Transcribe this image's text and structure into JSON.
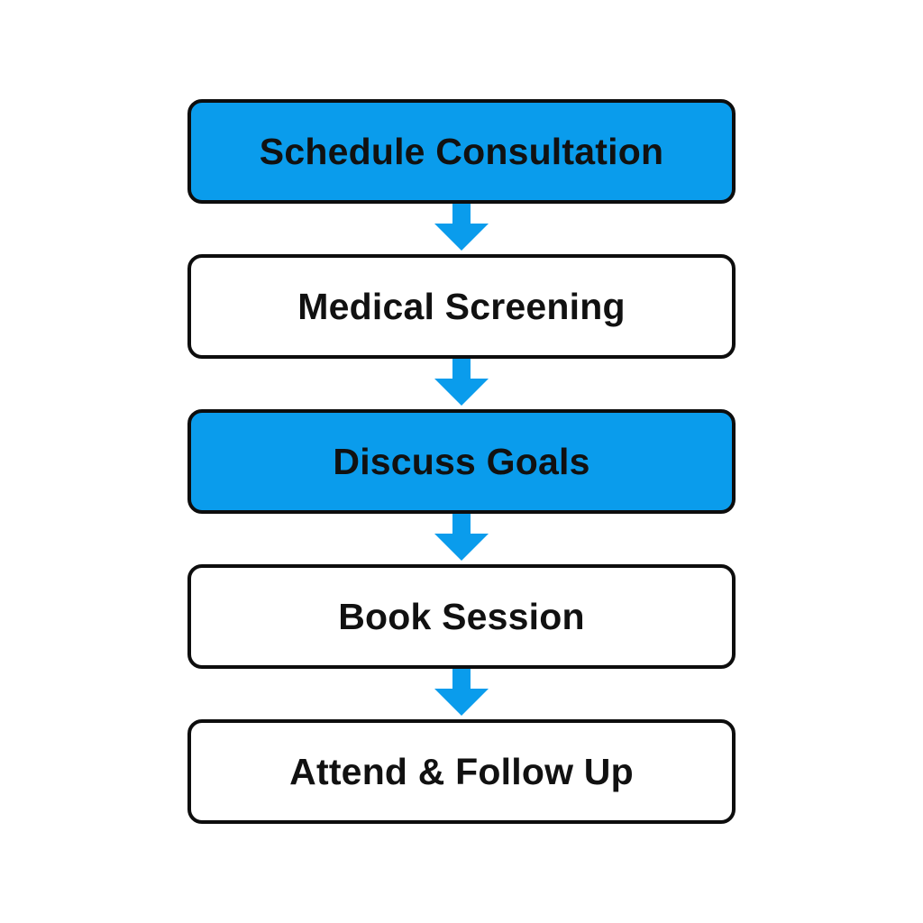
{
  "flowchart": {
    "steps": [
      {
        "label": "Schedule Consultation",
        "highlighted": true
      },
      {
        "label": "Medical Screening",
        "highlighted": false
      },
      {
        "label": "Discuss Goals",
        "highlighted": true
      },
      {
        "label": "Book Session",
        "highlighted": false
      },
      {
        "label": "Attend & Follow Up",
        "highlighted": false
      }
    ]
  },
  "colors": {
    "highlight_fill": "#0a9cec",
    "default_fill": "#ffffff",
    "border": "#0d0d0d",
    "arrow": "#0a9cec"
  },
  "icons": {
    "connector": "arrow-down-icon"
  }
}
